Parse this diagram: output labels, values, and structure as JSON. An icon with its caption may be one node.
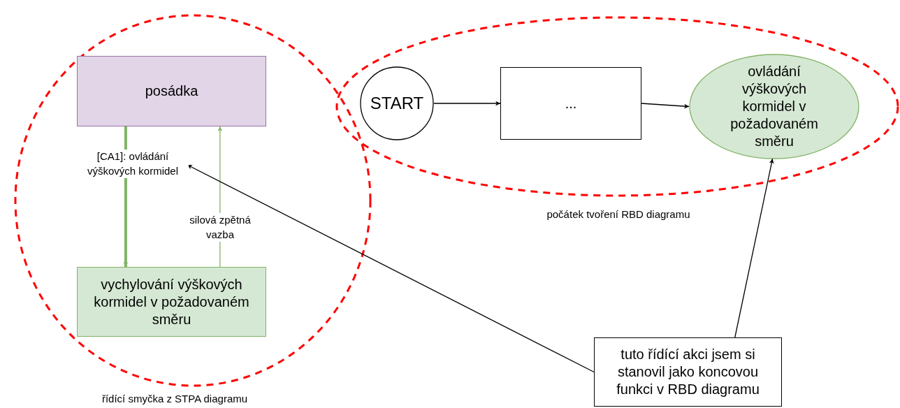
{
  "diagram": {
    "nodes": [
      {
        "text": [],
        "shape": "ellipse",
        "beside": [
          "řídící smyčka z STPA diagramu"
        ]
      },
      {
        "text": [
          "posádka"
        ],
        "in": 0
      },
      {
        "text": [
          "vychylování výškových kormidel v požadovaném směru"
        ],
        "in": 0
      },
      {
        "text": [],
        "shape": "ellipse",
        "beside": [
          "počátek tvoření RBD diagramu"
        ]
      },
      {
        "text": [
          "START"
        ],
        "in": 3
      },
      {
        "text": [
          "..."
        ],
        "in": 3
      },
      {
        "text": [
          "ovládání výškových kormidel v požadovaném směru"
        ],
        "in": 3
      },
      {
        "text": [
          "tuto řídící akci jsem si stanovil jako koncovou funkci v RBD diagramu"
        ]
      }
    ],
    "edges": [
      {
        "from": 1,
        "to": 2,
        "arrow": "to",
        "label": "[CA1]: ovládání výškových kormidel",
        "style": "thick",
        "color": "#82b366"
      },
      {
        "from": 2,
        "to": 1,
        "arrow": "to",
        "label": "silová zpětná vazba",
        "color": "#82b366"
      },
      {
        "from": 4,
        "to": 5,
        "arrow": "to"
      },
      {
        "from": 5,
        "to": 6,
        "arrow": "to"
      },
      {
        "from": 7,
        "to": null,
        "arrow": "to"
      },
      {
        "from": 7,
        "to": 6,
        "arrow": "to"
      }
    ]
  }
}
